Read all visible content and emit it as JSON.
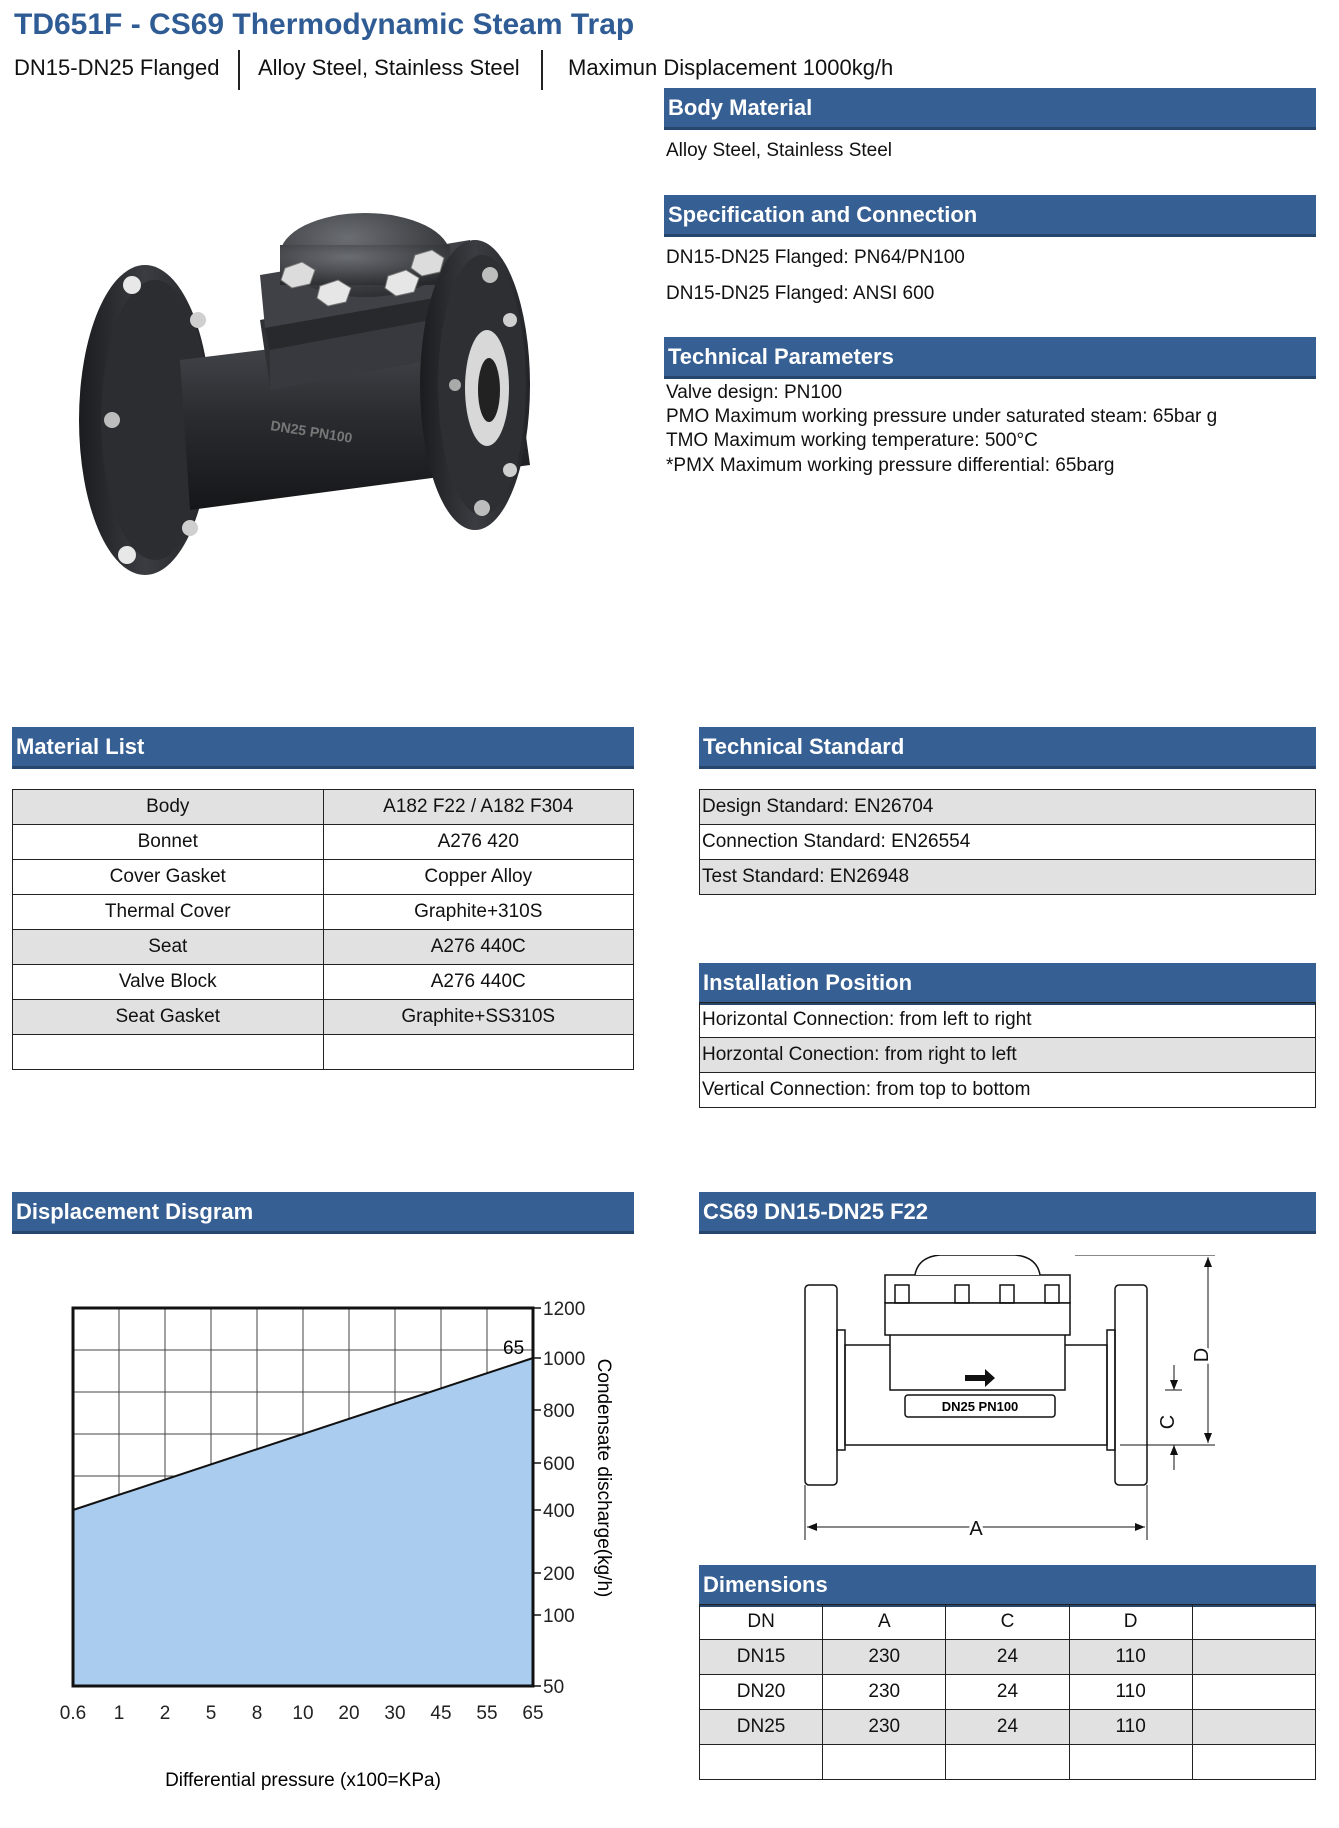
{
  "header": {
    "title": "TD651F - CS69 Thermodynamic Steam Trap",
    "sub1": "DN15-DN25 Flanged",
    "sub2": "Alloy Steel, Stainless Steel",
    "sub3": "Maximun Displacement 1000kg/h"
  },
  "product_image": {
    "marking": "DN25 PN100"
  },
  "body_material": {
    "heading": "Body Material",
    "text": "Alloy Steel, Stainless Steel"
  },
  "spec": {
    "heading": "Specification and Connection",
    "lines": [
      "DN15-DN25 Flanged: PN64/PN100",
      "DN15-DN25 Flanged: ANSI 600"
    ]
  },
  "tech_params": {
    "heading": "Technical Parameters",
    "lines": [
      "Valve design: PN100",
      "PMO Maximum working pressure under saturated steam: 65bar g",
      "TMO Maximum working temperature: 500°C",
      "*PMX Maximum working pressure differential: 65barg"
    ]
  },
  "material_list": {
    "heading": "Material List",
    "rows": [
      [
        "Body",
        "A182 F22 / A182 F304"
      ],
      [
        "Bonnet",
        "A276 420"
      ],
      [
        "Cover Gasket",
        "Copper Alloy"
      ],
      [
        "Thermal Cover",
        "Graphite+310S"
      ],
      [
        "Seat",
        "A276 440C"
      ],
      [
        "Valve Block",
        "A276 440C"
      ],
      [
        "Seat Gasket",
        "Graphite+SS310S"
      ],
      [
        "",
        ""
      ]
    ]
  },
  "tech_standard": {
    "heading": "Technical Standard",
    "rows": [
      "Design Standard: EN26704",
      "Connection Standard: EN26554",
      "Test Standard: EN26948"
    ]
  },
  "install": {
    "heading": "Installation Position",
    "rows": [
      "Horizontal Connection: from left to right",
      "Horzontal Conection: from right to left",
      "Vertical Connection: from top to bottom"
    ]
  },
  "displacement": {
    "heading": "Displacement Disgram"
  },
  "chart_data": {
    "type": "area",
    "title": "",
    "xlabel": "Differential pressure (x100=KPa)",
    "ylabel": "Condensate discharge(kg/h)",
    "x_ticks": [
      "0.6",
      "1",
      "2",
      "5",
      "8",
      "10",
      "20",
      "30",
      "45",
      "55",
      "65"
    ],
    "y_ticks": [
      "1200",
      "1000",
      "800",
      "600",
      "400",
      "200",
      "100",
      "50"
    ],
    "series": [
      {
        "x": [
          "0.6",
          "65"
        ],
        "y": [
          400,
          1000
        ]
      }
    ],
    "annotations": [
      "65"
    ],
    "grid": true,
    "fill_color": "#a9ccef"
  },
  "drawing": {
    "heading": "CS69 DN15-DN25 F22",
    "marking": "DN25 PN100",
    "labels": {
      "a": "A",
      "c": "C",
      "d": "D"
    }
  },
  "dimensions": {
    "heading": "Dimensions",
    "headers": [
      "DN",
      "A",
      "C",
      "D",
      ""
    ],
    "rows": [
      [
        "DN15",
        "230",
        "24",
        "110",
        ""
      ],
      [
        "DN20",
        "230",
        "24",
        "110",
        ""
      ],
      [
        "DN25",
        "230",
        "24",
        "110",
        ""
      ],
      [
        "",
        "",
        "",
        "",
        ""
      ]
    ]
  }
}
